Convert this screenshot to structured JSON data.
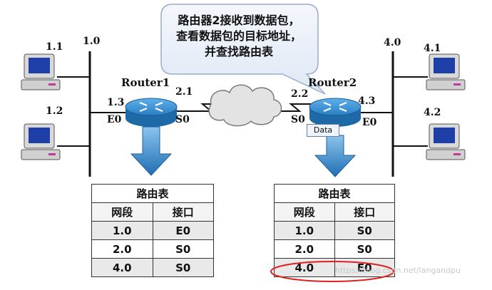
{
  "callout": {
    "lines": [
      "路由器2接收到数据包，",
      "查看数据包的目标地址，",
      "并查找路由表"
    ]
  },
  "networks": {
    "left": "1.0",
    "right": "4.0"
  },
  "hosts": {
    "h11": "1.1",
    "h12": "1.2",
    "h41": "4.1",
    "h42": "4.2"
  },
  "router1": {
    "name": "Router1",
    "e0_addr": "1.3",
    "e0_iface": "E0",
    "s0_addr": "2.1",
    "s0_iface": "S0"
  },
  "router2": {
    "name": "Router2",
    "s0_addr": "2.2",
    "s0_iface": "S0",
    "e0_addr": "4.3",
    "e0_iface": "E0"
  },
  "packet": {
    "label": "Data"
  },
  "table1": {
    "title": "路由表",
    "headers": [
      "网段",
      "接口"
    ],
    "rows": [
      [
        "1.0",
        "E0"
      ],
      [
        "2.0",
        "S0"
      ],
      [
        "4.0",
        "S0"
      ]
    ]
  },
  "table2": {
    "title": "路由表",
    "headers": [
      "网段",
      "接口"
    ],
    "rows": [
      [
        "1.0",
        "S0"
      ],
      [
        "2.0",
        "S0"
      ],
      [
        "4.0",
        "E0"
      ]
    ],
    "highlight_row": 2
  },
  "watermark": "https://blog.csdn.net/langandpu",
  "colors": {
    "router": "#2f86c8",
    "arrow": "#3a8fcf",
    "highlight": "#e02020",
    "callout_fill": "#e7eef8"
  }
}
